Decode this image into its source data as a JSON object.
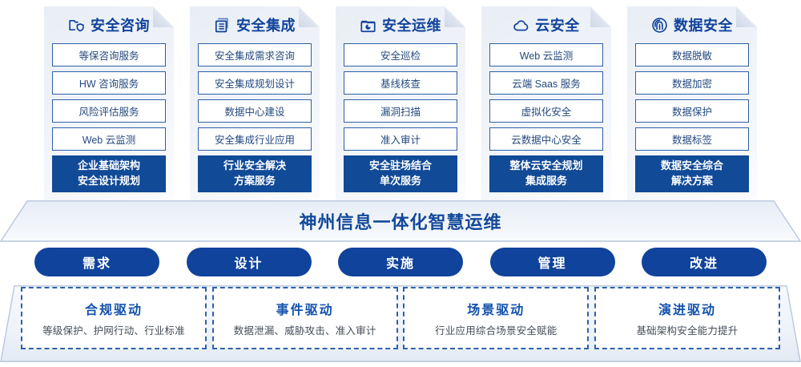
{
  "columns": [
    {
      "icon": "folder-shield-icon",
      "title": "安全咨询",
      "items": [
        "等保咨询服务",
        "HW 咨询服务",
        "风险评估服务",
        "Web 云监测"
      ],
      "highlight": [
        "企业基础架构",
        "安全设计规划"
      ]
    },
    {
      "icon": "document-stack-icon",
      "title": "安全集成",
      "items": [
        "安全集成需求咨询",
        "安全集成规划设计",
        "数据中心建设",
        "安全集成行业应用"
      ],
      "highlight": [
        "行业安全解决",
        "方案服务"
      ]
    },
    {
      "icon": "folder-chart-icon",
      "title": "安全运维",
      "items": [
        "安全巡检",
        "基线核查",
        "漏洞扫描",
        "准入审计"
      ],
      "highlight": [
        "安全驻场结合",
        "单次服务"
      ]
    },
    {
      "icon": "cloud-icon",
      "title": "云安全",
      "items": [
        "Web 云监测",
        "云端 Saas 服务",
        "虚拟化安全",
        "云数据中心安全"
      ],
      "highlight": [
        "整体云安全规划",
        "集成服务"
      ]
    },
    {
      "icon": "fingerprint-icon",
      "title": "数据安全",
      "items": [
        "数据脱敏",
        "数据加密",
        "数据保护",
        "数据标签"
      ],
      "highlight": [
        "数据安全综合",
        "解决方案"
      ]
    }
  ],
  "banner": {
    "text": "神州信息一体化智慧运维"
  },
  "phases": [
    {
      "label": "需求"
    },
    {
      "label": "设计"
    },
    {
      "label": "实施"
    },
    {
      "label": "管理"
    },
    {
      "label": "改进"
    }
  ],
  "drivers": [
    {
      "title": "合规驱动",
      "sub": "等级保护、护网行动、行业标准"
    },
    {
      "title": "事件驱动",
      "sub": "数据泄漏、威胁攻击、准入审计"
    },
    {
      "title": "场景驱动",
      "sub": "行业应用综合场景安全赋能"
    },
    {
      "title": "演进驱动",
      "sub": "基础架构安全能力提升"
    }
  ],
  "colors": {
    "brand_blue": "#10439b",
    "card_border": "#2e5fa8",
    "text_blue": "#23497f",
    "dashed_border": "#2e62ad"
  }
}
